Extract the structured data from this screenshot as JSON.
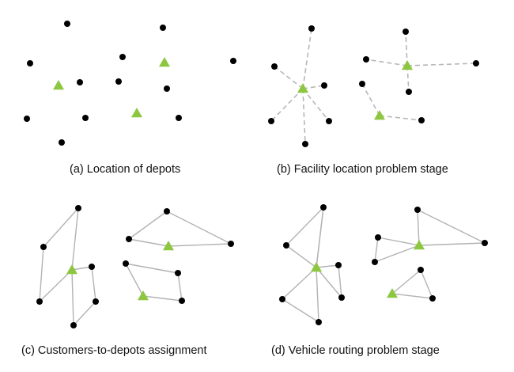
{
  "colors": {
    "customer": "#000000",
    "depot": "#8dc63f",
    "dashed_link": "#b7b7b7",
    "solid_link": "#b3b3b3"
  },
  "icons": {
    "customer": "customer-node-icon",
    "depot": "depot-triangle-icon"
  },
  "panels": [
    {
      "id": "a",
      "caption": "(a) Location of depots",
      "line_style": "none"
    },
    {
      "id": "b",
      "caption": "(b) Facility location problem stage",
      "line_style": "dashed"
    },
    {
      "id": "c",
      "caption": "(c) Customers-to-depots assignment",
      "line_style": "solid"
    },
    {
      "id": "d",
      "caption": "(d) Vehicle routing problem stage",
      "line_style": "solid"
    }
  ]
}
